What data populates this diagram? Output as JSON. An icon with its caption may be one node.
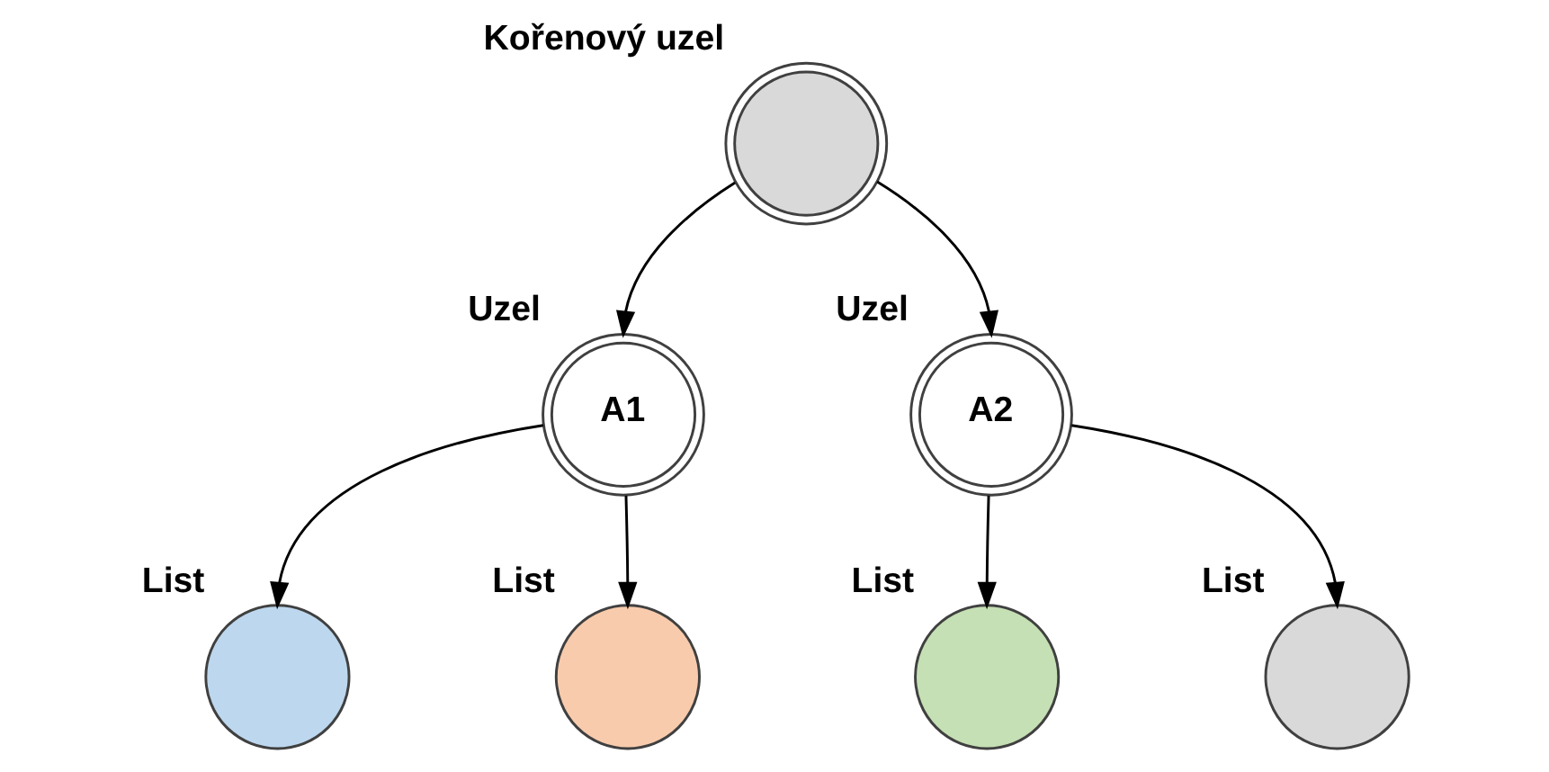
{
  "diagram": {
    "nodes": [
      {
        "text": [],
        "shape": "circle",
        "beside": [
          "Kořenový uzel"
        ]
      },
      {
        "text": [
          "A1"
        ],
        "beside": [
          "Uzel"
        ]
      },
      {
        "text": [
          "A2"
        ],
        "beside": [
          "Uzel"
        ]
      },
      {
        "text": [],
        "shape": "circle",
        "beside": [
          "List"
        ]
      },
      {
        "text": [],
        "shape": "circle",
        "beside": [
          "List"
        ]
      },
      {
        "text": [],
        "shape": "circle",
        "beside": [
          "List"
        ]
      },
      {
        "text": [],
        "shape": "circle",
        "beside": [
          "List"
        ]
      }
    ],
    "edges": [
      {
        "from": 0,
        "to": 1,
        "arrow": "to"
      },
      {
        "from": 0,
        "to": 2,
        "arrow": "to"
      },
      {
        "from": 1,
        "to": 3,
        "arrow": "to"
      },
      {
        "from": 1,
        "to": 4,
        "arrow": "to"
      },
      {
        "from": 2,
        "to": 5,
        "arrow": "to"
      },
      {
        "from": 2,
        "to": 6,
        "arrow": "to"
      }
    ]
  }
}
